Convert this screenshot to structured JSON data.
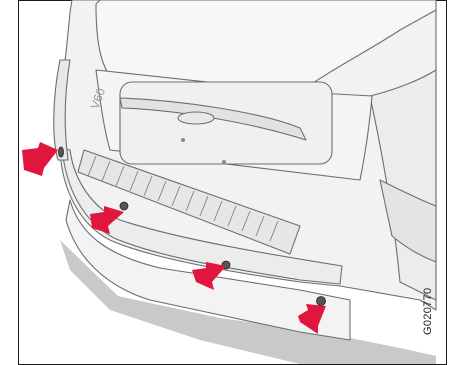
{
  "figure": {
    "code": "G020770",
    "badge_text": "V60",
    "colors": {
      "frame": "#1a1a1a",
      "ground_shadow": "#c9c9c9",
      "car_outline": "#6e6e6e",
      "car_fill": "#f2f2f2",
      "arrow": "#e0163f",
      "sensor": "#555555"
    },
    "sensor_count": 4,
    "icons": [
      "arrow-icon",
      "arrow-icon",
      "arrow-icon",
      "arrow-icon"
    ]
  }
}
